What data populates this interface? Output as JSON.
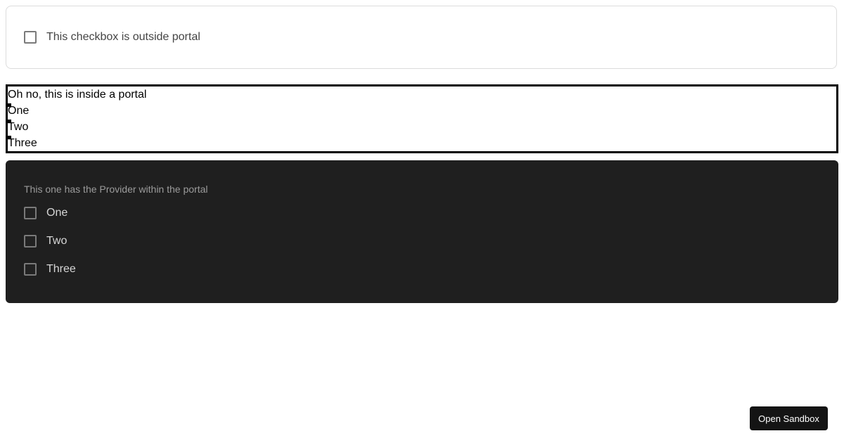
{
  "outside": {
    "checkbox_label": "This checkbox is outside portal",
    "checked": false
  },
  "portal": {
    "title": "Oh no, this is inside a portal",
    "items": [
      "One",
      "Two",
      "Three"
    ]
  },
  "provider_portal": {
    "title": "This one has the Provider within the portal",
    "items": [
      {
        "label": "One",
        "checked": false
      },
      {
        "label": "Two",
        "checked": false
      },
      {
        "label": "Three",
        "checked": false
      }
    ]
  },
  "sandbox_button": {
    "label": "Open Sandbox"
  },
  "colors": {
    "dark_card_bg": "#1f1f1f",
    "button_bg": "#141414",
    "portal_border": "#000000"
  }
}
